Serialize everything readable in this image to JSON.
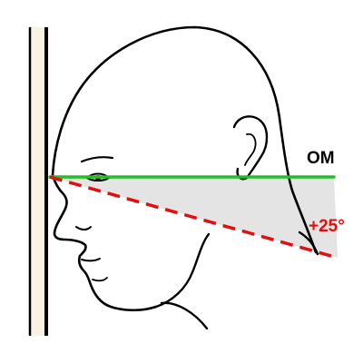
{
  "labels": {
    "baseline": "OM",
    "angle": "+25°"
  },
  "angle_degrees": 25,
  "colors": {
    "baseline_line": "#22c022",
    "angle_line": "#e01010",
    "angle_text": "#e01010",
    "baseline_text": "#000000",
    "wedge_fill": "#e4e4e4",
    "outline": "#000000",
    "plate_fill": "#f7f2e2"
  }
}
